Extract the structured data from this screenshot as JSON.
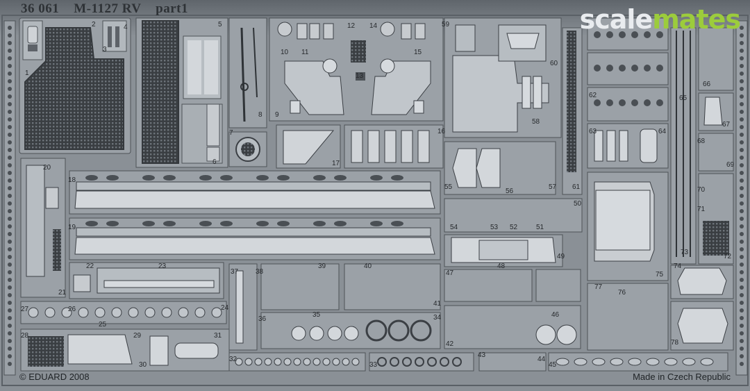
{
  "header": {
    "code": "36 061",
    "model": "M-1127 RV",
    "part": "part1"
  },
  "watermark": {
    "part1": "scale",
    "part2": "mates"
  },
  "footer": {
    "copyright": "© EDUARD 2008",
    "origin": "Made in Czech Republic"
  },
  "colors": {
    "sheet": "#8a9096",
    "part": "#aeb4b9",
    "dark": "#3b3f44",
    "bright": "#d4d8dc",
    "brand_green": "#9ccc3c"
  },
  "part_numbers": [
    "1",
    "2",
    "3",
    "4",
    "5",
    "6",
    "7",
    "8",
    "9",
    "10",
    "11",
    "12",
    "13",
    "14",
    "15",
    "16",
    "17",
    "18",
    "19",
    "20",
    "21",
    "22",
    "23",
    "24",
    "25",
    "26",
    "27",
    "28",
    "29",
    "30",
    "31",
    "32",
    "33",
    "34",
    "35",
    "36",
    "37",
    "38",
    "39",
    "40",
    "41",
    "42",
    "43",
    "44",
    "45",
    "46",
    "47",
    "48",
    "49",
    "50",
    "51",
    "52",
    "53",
    "54",
    "55",
    "56",
    "57",
    "58",
    "59",
    "60",
    "61",
    "62",
    "63",
    "64",
    "65",
    "66",
    "67",
    "68",
    "69",
    "70",
    "71",
    "72",
    "73",
    "74",
    "75",
    "76",
    "77",
    "78"
  ]
}
